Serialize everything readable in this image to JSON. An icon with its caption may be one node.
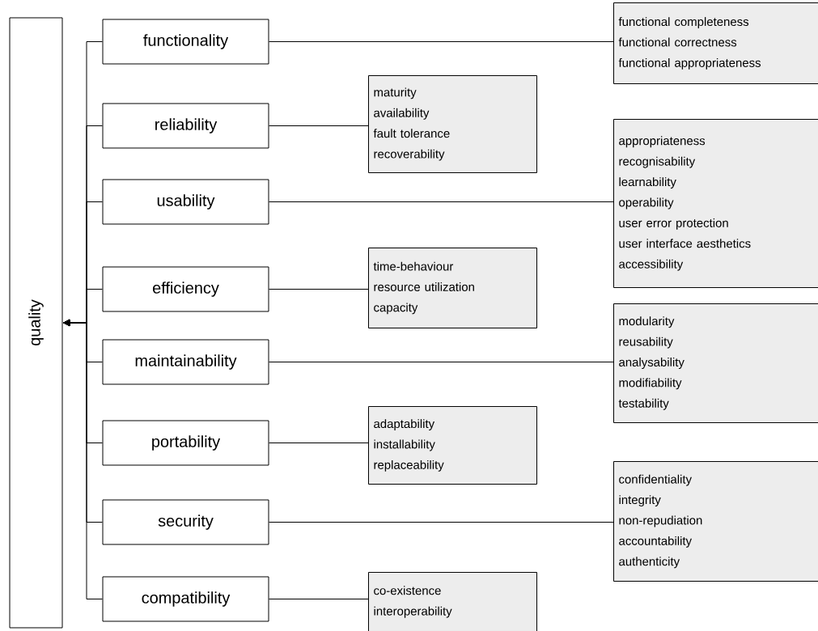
{
  "diagram": {
    "nodes": [
      {
        "text": [
          "quality"
        ]
      },
      {
        "text": [
          "functionality"
        ]
      },
      {
        "text": [
          "reliability"
        ]
      },
      {
        "text": [
          "usability"
        ]
      },
      {
        "text": [
          "efficiency"
        ]
      },
      {
        "text": [
          "maintainability"
        ]
      },
      {
        "text": [
          "portability"
        ]
      },
      {
        "text": [
          "security"
        ]
      },
      {
        "text": [
          "compatibility"
        ]
      },
      {
        "text": [
          "functional completeness",
          "functional correctness",
          "functional appropriateness"
        ]
      },
      {
        "text": [
          "maturity",
          "availability",
          "fault tolerance",
          "recoverability"
        ]
      },
      {
        "text": [
          "appropriateness",
          "recognisability",
          "learnability",
          "operability",
          "user error protection",
          "user interface aesthetics",
          "accessibility"
        ]
      },
      {
        "text": [
          "time-behaviour",
          "resource utilization",
          "capacity"
        ]
      },
      {
        "text": [
          "modularity",
          "reusability",
          "analysability",
          "modifiability",
          "testability"
        ]
      },
      {
        "text": [
          "adaptability",
          "installability",
          "replaceability"
        ]
      },
      {
        "text": [
          "confidentiality",
          "integrity",
          "non-repudiation",
          "accountability",
          "authenticity"
        ]
      },
      {
        "text": [
          "co-existence",
          "interoperability"
        ]
      }
    ],
    "edges": [
      {
        "from": 1,
        "to": 0,
        "arrow": "to"
      },
      {
        "from": 2,
        "to": 0,
        "arrow": "to"
      },
      {
        "from": 3,
        "to": 0,
        "arrow": "to"
      },
      {
        "from": 4,
        "to": 0,
        "arrow": "to"
      },
      {
        "from": 5,
        "to": 0,
        "arrow": "to"
      },
      {
        "from": 6,
        "to": 0,
        "arrow": "to"
      },
      {
        "from": 7,
        "to": 0,
        "arrow": "to"
      },
      {
        "from": 8,
        "to": 0,
        "arrow": "to"
      },
      {
        "from": 1,
        "to": 9,
        "arrow": "none"
      },
      {
        "from": 2,
        "to": 10,
        "arrow": "none"
      },
      {
        "from": 3,
        "to": 11,
        "arrow": "none"
      },
      {
        "from": 4,
        "to": 12,
        "arrow": "none"
      },
      {
        "from": 5,
        "to": 13,
        "arrow": "none"
      },
      {
        "from": 6,
        "to": 14,
        "arrow": "none"
      },
      {
        "from": 7,
        "to": 15,
        "arrow": "none"
      },
      {
        "from": 8,
        "to": 16,
        "arrow": "none"
      }
    ]
  }
}
